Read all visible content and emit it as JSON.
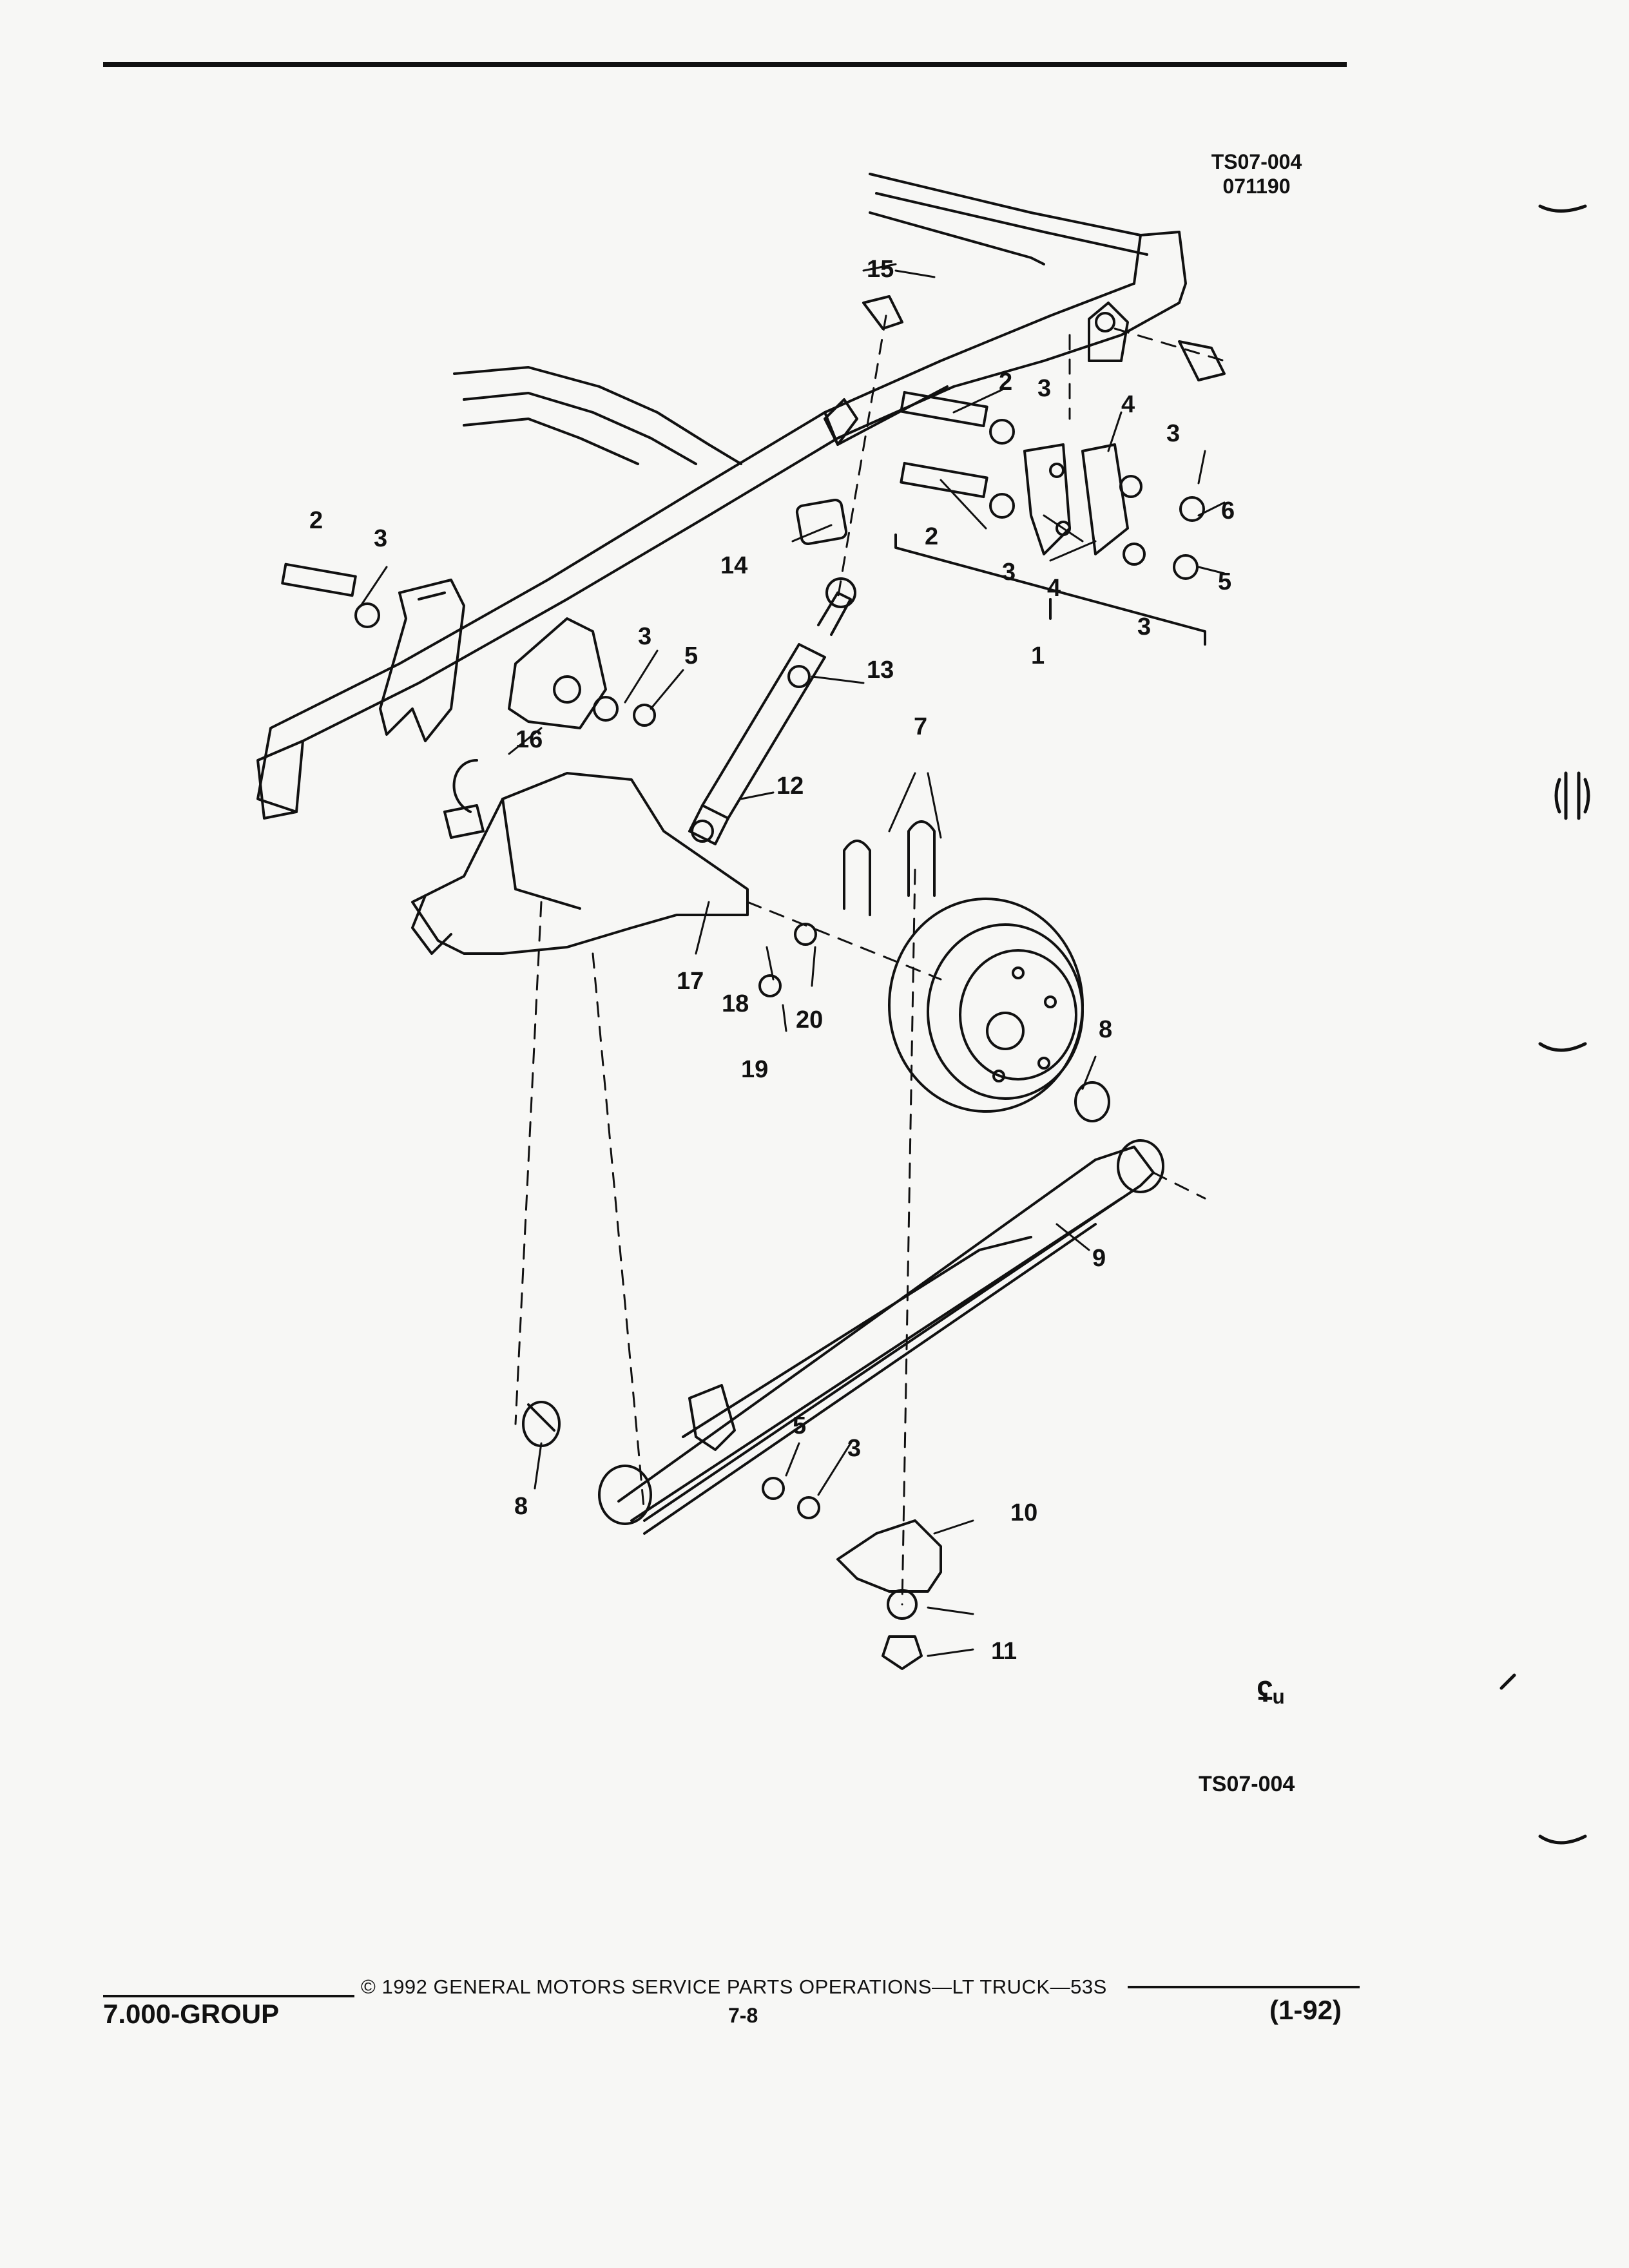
{
  "figure": {
    "ref_top": [
      "TS07-004",
      "071190"
    ],
    "ref_bottom": "TS07-004",
    "logo_glyph": "ʢᵤ"
  },
  "callouts": [
    "1",
    "2",
    "2",
    "2",
    "3",
    "3",
    "3",
    "3",
    "3",
    "3",
    "3",
    "4",
    "4",
    "5",
    "5",
    "5",
    "6",
    "7",
    "8",
    "8",
    "9",
    "10",
    "11",
    "12",
    "13",
    "14",
    "15",
    "16",
    "17",
    "18",
    "19",
    "20"
  ],
  "footer": {
    "copyright": "© 1992 GENERAL MOTORS SERVICE PARTS OPERATIONS—LT TRUCK—53S",
    "group": "7.000-GROUP",
    "page": "7-8",
    "revision": "(1-92)"
  }
}
